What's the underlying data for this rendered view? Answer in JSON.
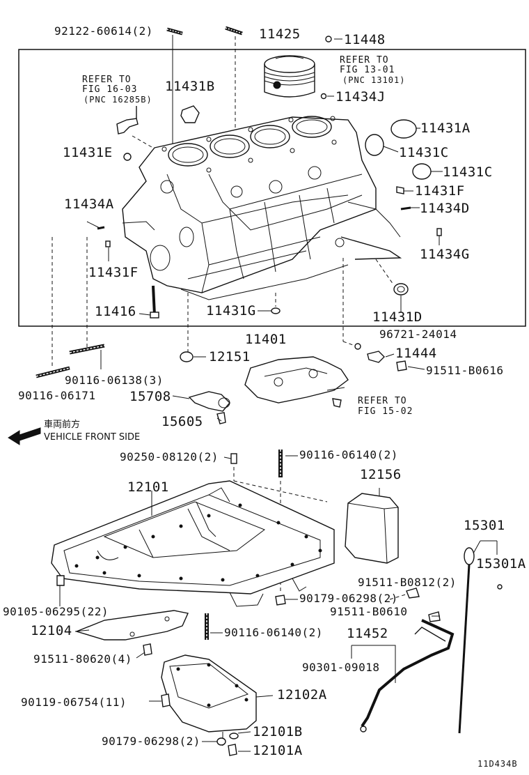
{
  "labels": {
    "p92122": "92122-60614(2)",
    "p11425": "11425",
    "p11448": "11448",
    "ref13_a": "REFER TO",
    "ref13_b": "FIG 13-01",
    "ref13_c": "(PNC 13101)",
    "p11434J": "11434J",
    "ref16_a": "REFER TO",
    "ref16_b": "FIG 16-03",
    "ref16_c": "(PNC 16285B)",
    "p11431B": "11431B",
    "p11431A": "11431A",
    "p11431E": "11431E",
    "p11431C1": "11431C",
    "p11431C2": "11431C",
    "p11431F1": "11431F",
    "p11434A": "11434A",
    "p11434D": "11434D",
    "p11434G": "11434G",
    "p11431F2": "11431F",
    "p11416": "11416",
    "p11431G": "11431G",
    "p11431D": "11431D",
    "p11401": "11401",
    "p96721": "96721-24014",
    "p12151": "12151",
    "p11444": "11444",
    "p91511B0616": "91511-B0616",
    "p90116_06138": "90116-06138(3)",
    "p90116_06171": "90116-06171",
    "p15708": "15708",
    "ref15_a": "REFER TO",
    "ref15_b": "FIG 15-02",
    "p15605": "15605",
    "front_jp": "車両前方",
    "front_en": "VEHICLE FRONT SIDE",
    "p90250": "90250-08120(2)",
    "p90116_06140a": "90116-06140(2)",
    "p12101": "12101",
    "p12156": "12156",
    "p15301": "15301",
    "p15301A": "15301A",
    "p91511B0812": "91511-B0812(2)",
    "p90105": "90105-06295(22)",
    "p90179a": "90179-06298(2)",
    "p91511B0610": "91511-B0610",
    "p12104": "12104",
    "p90116_06140b": "90116-06140(2)",
    "p11452": "11452",
    "p91511_80620": "91511-80620(4)",
    "p90301": "90301-09018",
    "p12102A": "12102A",
    "p90119": "90119-06754(11)",
    "p12101B": "12101B",
    "p90179b": "90179-06298(2)",
    "p12101A": "12101A",
    "diagram_id": "11D434B"
  }
}
